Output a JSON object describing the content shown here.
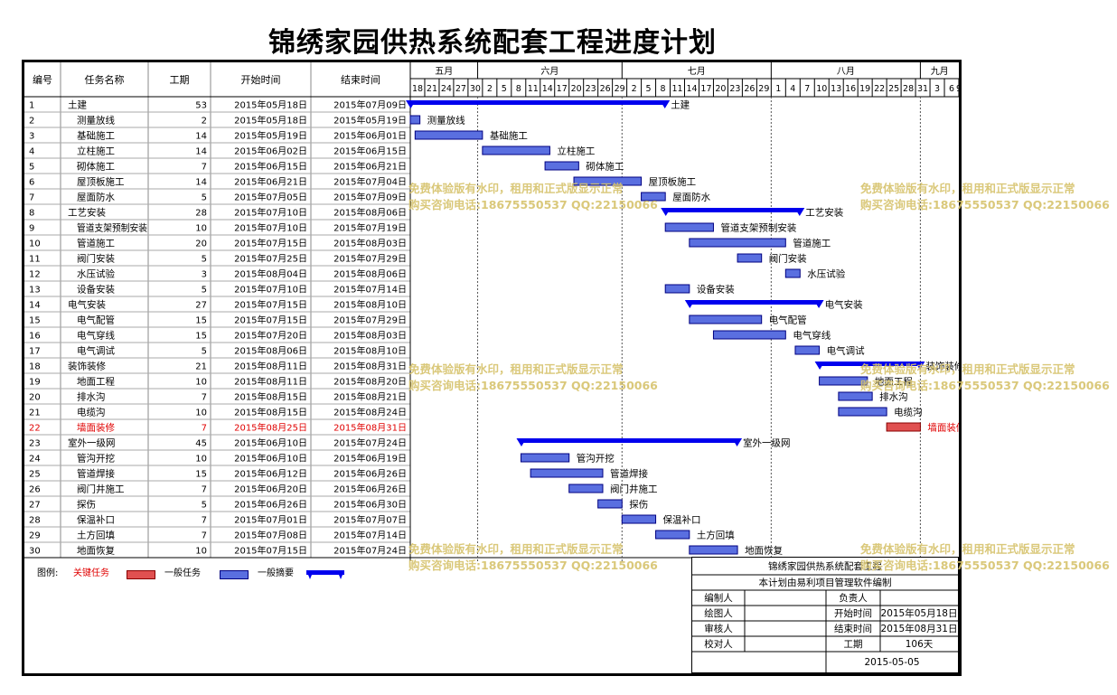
{
  "title": "锦绣家园供热系统配套工程进度计划",
  "columns": {
    "id": "编号",
    "name": "任务名称",
    "duration": "工期",
    "start": "开始时间",
    "end": "结束时间"
  },
  "months": [
    "五月",
    "六月",
    "七月",
    "八月",
    "九月"
  ],
  "day_ticks": [
    "18",
    "21",
    "24",
    "27",
    "30",
    "2",
    "5",
    "8",
    "11",
    "14",
    "17",
    "20",
    "23",
    "26",
    "29",
    "2",
    "5",
    "8",
    "11",
    "14",
    "17",
    "20",
    "23",
    "26",
    "29",
    "1",
    "4",
    "7",
    "10",
    "13",
    "16",
    "19",
    "22",
    "25",
    "28",
    "31",
    "3",
    "6",
    "9"
  ],
  "chart_data": {
    "type": "gantt",
    "x_range": [
      "2015-05-18",
      "2015-09-09"
    ],
    "tasks": [
      {
        "id": "1",
        "name": "土建",
        "duration": "53",
        "start": "2015年05月18日",
        "end": "2015年07月09日",
        "kind": "summary",
        "s": "2015-05-18",
        "e": "2015-07-09"
      },
      {
        "id": "2",
        "name": "测量放线",
        "duration": "2",
        "start": "2015年05月18日",
        "end": "2015年05月19日",
        "kind": "normal",
        "s": "2015-05-18",
        "e": "2015-05-19"
      },
      {
        "id": "3",
        "name": "基础施工",
        "duration": "14",
        "start": "2015年05月19日",
        "end": "2015年06月01日",
        "kind": "normal",
        "s": "2015-05-19",
        "e": "2015-06-01"
      },
      {
        "id": "4",
        "name": "立柱施工",
        "duration": "14",
        "start": "2015年06月02日",
        "end": "2015年06月15日",
        "kind": "normal",
        "s": "2015-06-02",
        "e": "2015-06-15"
      },
      {
        "id": "5",
        "name": "砌体施工",
        "duration": "7",
        "start": "2015年06月15日",
        "end": "2015年06月21日",
        "kind": "normal",
        "s": "2015-06-15",
        "e": "2015-06-21"
      },
      {
        "id": "6",
        "name": "屋顶板施工",
        "duration": "14",
        "start": "2015年06月21日",
        "end": "2015年07月04日",
        "kind": "normal",
        "s": "2015-06-21",
        "e": "2015-07-04"
      },
      {
        "id": "7",
        "name": "屋面防水",
        "duration": "5",
        "start": "2015年07月05日",
        "end": "2015年07月09日",
        "kind": "normal",
        "s": "2015-07-05",
        "e": "2015-07-09"
      },
      {
        "id": "8",
        "name": "工艺安装",
        "duration": "28",
        "start": "2015年07月10日",
        "end": "2015年08月06日",
        "kind": "summary",
        "s": "2015-07-10",
        "e": "2015-08-06"
      },
      {
        "id": "9",
        "name": "管道支架预制安装",
        "duration": "10",
        "start": "2015年07月10日",
        "end": "2015年07月19日",
        "kind": "normal",
        "s": "2015-07-10",
        "e": "2015-07-19"
      },
      {
        "id": "10",
        "name": "管道施工",
        "duration": "20",
        "start": "2015年07月15日",
        "end": "2015年08月03日",
        "kind": "normal",
        "s": "2015-07-15",
        "e": "2015-08-03"
      },
      {
        "id": "11",
        "name": "阀门安装",
        "duration": "5",
        "start": "2015年07月25日",
        "end": "2015年07月29日",
        "kind": "normal",
        "s": "2015-07-25",
        "e": "2015-07-29"
      },
      {
        "id": "12",
        "name": "水压试验",
        "duration": "3",
        "start": "2015年08月04日",
        "end": "2015年08月06日",
        "kind": "normal",
        "s": "2015-08-04",
        "e": "2015-08-06"
      },
      {
        "id": "13",
        "name": "设备安装",
        "duration": "5",
        "start": "2015年07月10日",
        "end": "2015年07月14日",
        "kind": "normal",
        "s": "2015-07-10",
        "e": "2015-07-14"
      },
      {
        "id": "14",
        "name": "电气安装",
        "duration": "27",
        "start": "2015年07月15日",
        "end": "2015年08月10日",
        "kind": "summary",
        "s": "2015-07-15",
        "e": "2015-08-10"
      },
      {
        "id": "15",
        "name": "电气配管",
        "duration": "15",
        "start": "2015年07月15日",
        "end": "2015年07月29日",
        "kind": "normal",
        "s": "2015-07-15",
        "e": "2015-07-29"
      },
      {
        "id": "16",
        "name": "电气穿线",
        "duration": "15",
        "start": "2015年07月20日",
        "end": "2015年08月03日",
        "kind": "normal",
        "s": "2015-07-20",
        "e": "2015-08-03"
      },
      {
        "id": "17",
        "name": "电气调试",
        "duration": "5",
        "start": "2015年08月06日",
        "end": "2015年08月10日",
        "kind": "normal",
        "s": "2015-08-06",
        "e": "2015-08-10"
      },
      {
        "id": "18",
        "name": "装饰装修",
        "duration": "21",
        "start": "2015年08月11日",
        "end": "2015年08月31日",
        "kind": "summary",
        "s": "2015-08-11",
        "e": "2015-08-31"
      },
      {
        "id": "19",
        "name": "地面工程",
        "duration": "10",
        "start": "2015年08月11日",
        "end": "2015年08月20日",
        "kind": "normal",
        "s": "2015-08-11",
        "e": "2015-08-20"
      },
      {
        "id": "20",
        "name": "排水沟",
        "duration": "7",
        "start": "2015年08月15日",
        "end": "2015年08月21日",
        "kind": "normal",
        "s": "2015-08-15",
        "e": "2015-08-21"
      },
      {
        "id": "21",
        "name": "电缆沟",
        "duration": "10",
        "start": "2015年08月15日",
        "end": "2015年08月24日",
        "kind": "normal",
        "s": "2015-08-15",
        "e": "2015-08-24"
      },
      {
        "id": "22",
        "name": "墙面装修",
        "duration": "7",
        "start": "2015年08月25日",
        "end": "2015年08月31日",
        "kind": "critical",
        "s": "2015-08-25",
        "e": "2015-08-31"
      },
      {
        "id": "23",
        "name": "室外一级网",
        "duration": "45",
        "start": "2015年06月10日",
        "end": "2015年07月24日",
        "kind": "summary",
        "s": "2015-06-10",
        "e": "2015-07-24"
      },
      {
        "id": "24",
        "name": "管沟开挖",
        "duration": "10",
        "start": "2015年06月10日",
        "end": "2015年06月19日",
        "kind": "normal",
        "s": "2015-06-10",
        "e": "2015-06-19"
      },
      {
        "id": "25",
        "name": "管道焊接",
        "duration": "15",
        "start": "2015年06月12日",
        "end": "2015年06月26日",
        "kind": "normal",
        "s": "2015-06-12",
        "e": "2015-06-26"
      },
      {
        "id": "26",
        "name": "阀门井施工",
        "duration": "7",
        "start": "2015年06月20日",
        "end": "2015年06月26日",
        "kind": "normal",
        "s": "2015-06-20",
        "e": "2015-06-26"
      },
      {
        "id": "27",
        "name": "探伤",
        "duration": "5",
        "start": "2015年06月26日",
        "end": "2015年06月30日",
        "kind": "normal",
        "s": "2015-06-26",
        "e": "2015-06-30"
      },
      {
        "id": "28",
        "name": "保温补口",
        "duration": "7",
        "start": "2015年07月01日",
        "end": "2015年07月07日",
        "kind": "normal",
        "s": "2015-07-01",
        "e": "2015-07-07"
      },
      {
        "id": "29",
        "name": "土方回填",
        "duration": "7",
        "start": "2015年07月08日",
        "end": "2015年07月14日",
        "kind": "normal",
        "s": "2015-07-08",
        "e": "2015-07-14"
      },
      {
        "id": "30",
        "name": "地面恢复",
        "duration": "10",
        "start": "2015年07月15日",
        "end": "2015年07月24日",
        "kind": "normal",
        "s": "2015-07-15",
        "e": "2015-07-24"
      }
    ]
  },
  "legend": {
    "label": "图例:",
    "critical": "关键任务",
    "normal": "一般任务",
    "summary": "一般摘要"
  },
  "title_block": {
    "project": "锦绣家园供热系统配套工程",
    "note": "本计划由易利项目管理软件编制",
    "compiler_label": "编制人",
    "compiler": "",
    "owner_label": "负责人",
    "owner": "",
    "drafter_label": "绘图人",
    "drafter": "",
    "start_label": "开始时间",
    "start": "2015年05月18日",
    "reviewer_label": "审核人",
    "reviewer": "",
    "end_label": "结束时间",
    "end": "2015年08月31日",
    "checker_label": "校对人",
    "checker": "",
    "duration_label": "工期",
    "duration": "106天",
    "date": "2015-05-05"
  },
  "watermark": {
    "line1": "免费体验版有水印，租用和正式版显示正常",
    "line2": "购买咨询电话:18675550537 QQ:22150066"
  },
  "colors": {
    "summary": "#0000ee",
    "normal_fill": "#5a6fe0",
    "critical_fill": "#e05050",
    "critical_text": "#e00000",
    "watermark": "#d6c36c"
  }
}
